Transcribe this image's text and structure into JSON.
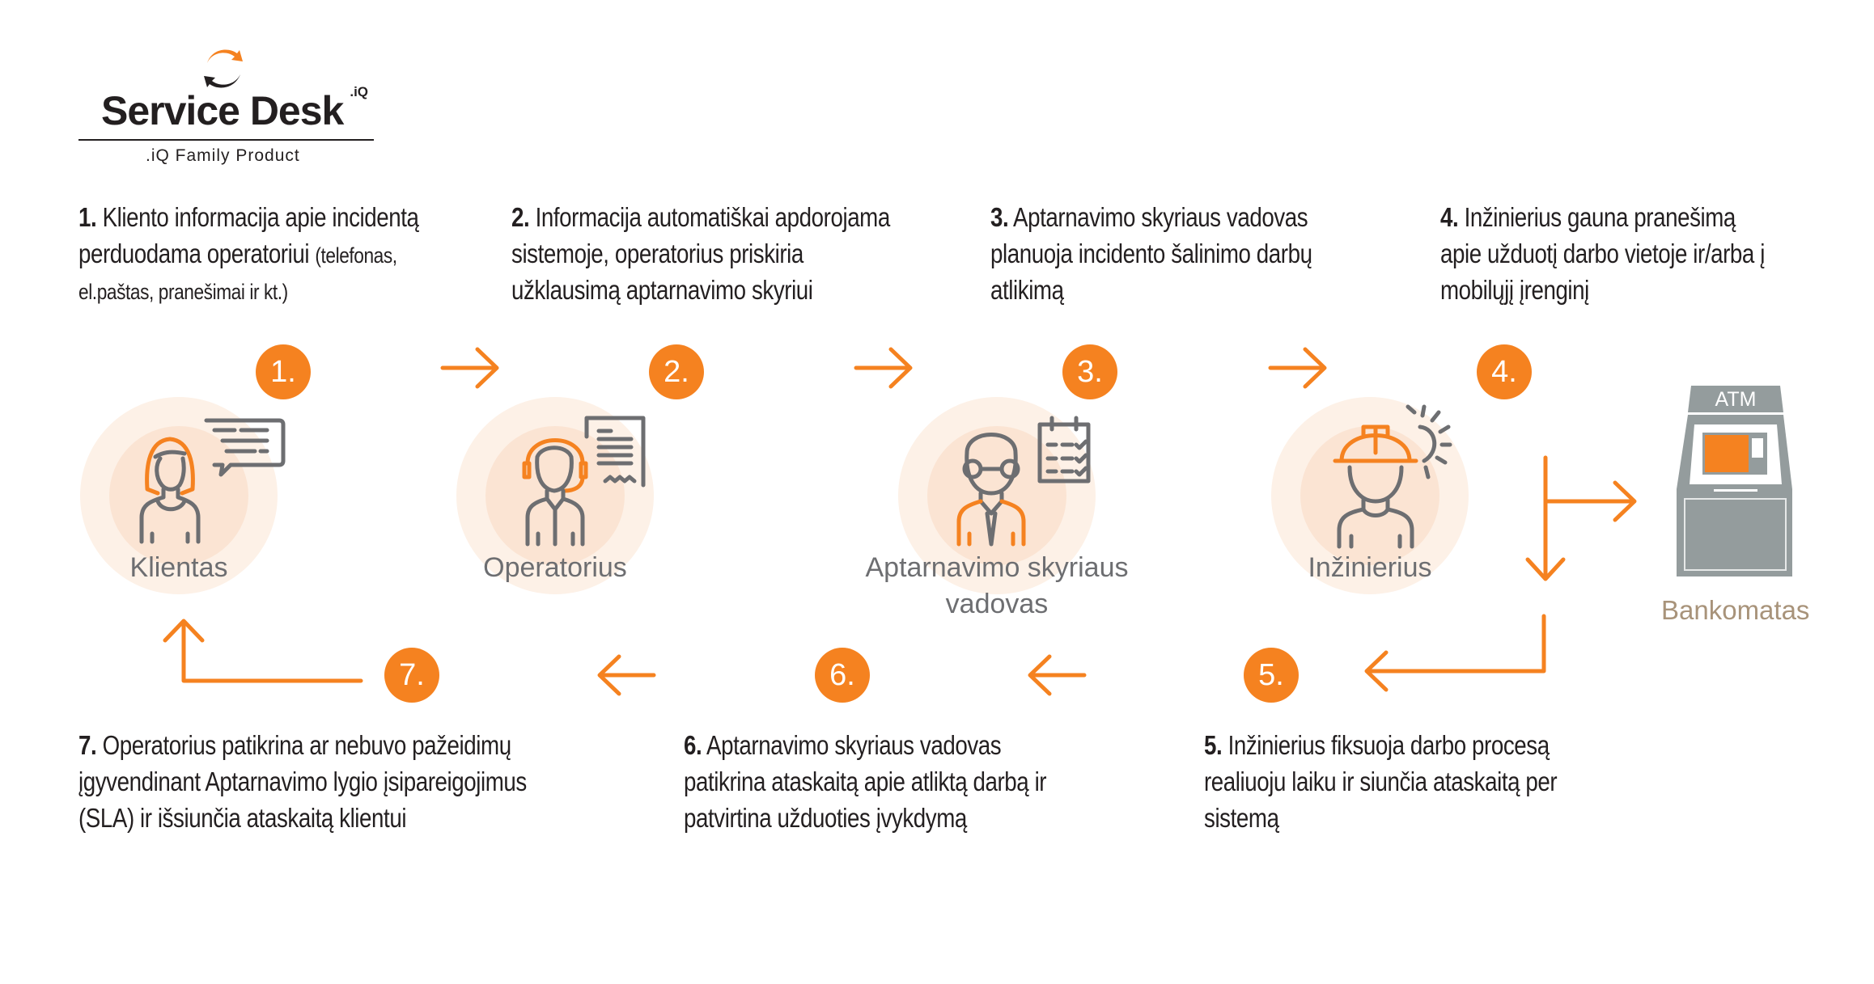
{
  "logo": {
    "title": "Service Desk",
    "superscript": ".iQ",
    "subtitle": ".iQ Family Product"
  },
  "colors": {
    "accent": "#f58220",
    "icon_gray": "#6d6e71",
    "atm_gray": "#949c9d",
    "atm_label": "#a8937a"
  },
  "steps_top": [
    {
      "num": "1.",
      "lines": [
        "Kliento informacija apie incidentą",
        "perduodama operatoriui",
        "el.paštas, pranešimai ir kt.)"
      ],
      "note": "(telefonas,"
    },
    {
      "num": "2.",
      "lines": [
        "Informacija automatiškai apdorojama",
        "sistemoje, operatorius priskiria",
        "užklausimą aptarnavimo skyriui"
      ]
    },
    {
      "num": "3.",
      "lines": [
        "Aptarnavimo skyriaus vadovas",
        "planuoja incidento šalinimo darbų",
        "atlikimą"
      ]
    },
    {
      "num": "4.",
      "lines": [
        "Inžinierius gauna pranešimą",
        "apie užduotį darbo vietoje ir/arba į",
        "mobilųjį įrenginį"
      ]
    }
  ],
  "steps_bottom": [
    {
      "num": "7.",
      "lines": [
        "Operatorius patikrina ar nebuvo pažeidimų",
        "įgyvendinant Aptarnavimo lygio įsipareigojimus",
        "(SLA) ir išsiunčia ataskaitą klientui"
      ]
    },
    {
      "num": "6.",
      "lines": [
        "Aptarnavimo skyriaus vadovas",
        "patikrina ataskaitą apie atliktą darbą ir",
        "patvirtina užduoties įvykdymą"
      ]
    },
    {
      "num": "5.",
      "lines": [
        "Inžinierius fiksuoja darbo procesą",
        "realiuoju laiku ir siunčia ataskaitą per",
        "sistemą"
      ]
    }
  ],
  "badges": [
    "1.",
    "2.",
    "3.",
    "4.",
    "5.",
    "6.",
    "7."
  ],
  "roles": {
    "client": "Klientas",
    "operator": "Operatorius",
    "manager_line1": "Aptarnavimo skyriaus",
    "manager_line2": "vadovas",
    "engineer": "Inžinierius"
  },
  "atm": {
    "screen_label": "ATM",
    "label": "Bankomatas"
  }
}
